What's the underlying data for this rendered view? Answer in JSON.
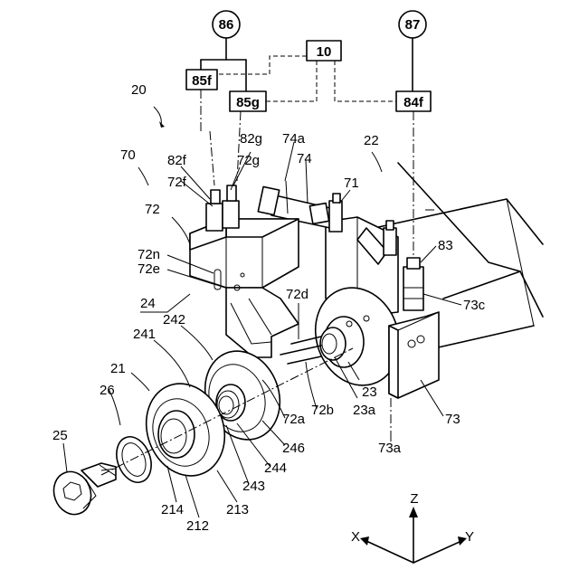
{
  "labels": {
    "l86": "86",
    "l87": "87",
    "l10": "10",
    "l85f": "85f",
    "l85g": "85g",
    "l84f": "84f",
    "l20": "20",
    "l22": "22",
    "l70": "70",
    "l82g": "82g",
    "l82f": "82f",
    "l72g": "72g",
    "l72f": "72f",
    "l74a": "74a",
    "l74": "74",
    "l71": "71",
    "l72": "72",
    "l83": "83",
    "l72n": "72n",
    "l72e": "72e",
    "l72d": "72d",
    "l73c": "73c",
    "l24": "24",
    "l242": "242",
    "l241": "241",
    "l21": "21",
    "l26": "26",
    "l23": "23",
    "l23a": "23a",
    "l72a": "72a",
    "l72b": "72b",
    "l73": "73",
    "l73a": "73a",
    "l246": "246",
    "l244": "244",
    "l243": "243",
    "l25": "25",
    "l214": "214",
    "l212": "212",
    "l213": "213",
    "axisZ": "Z",
    "axisX": "X",
    "axisY": "Y"
  }
}
